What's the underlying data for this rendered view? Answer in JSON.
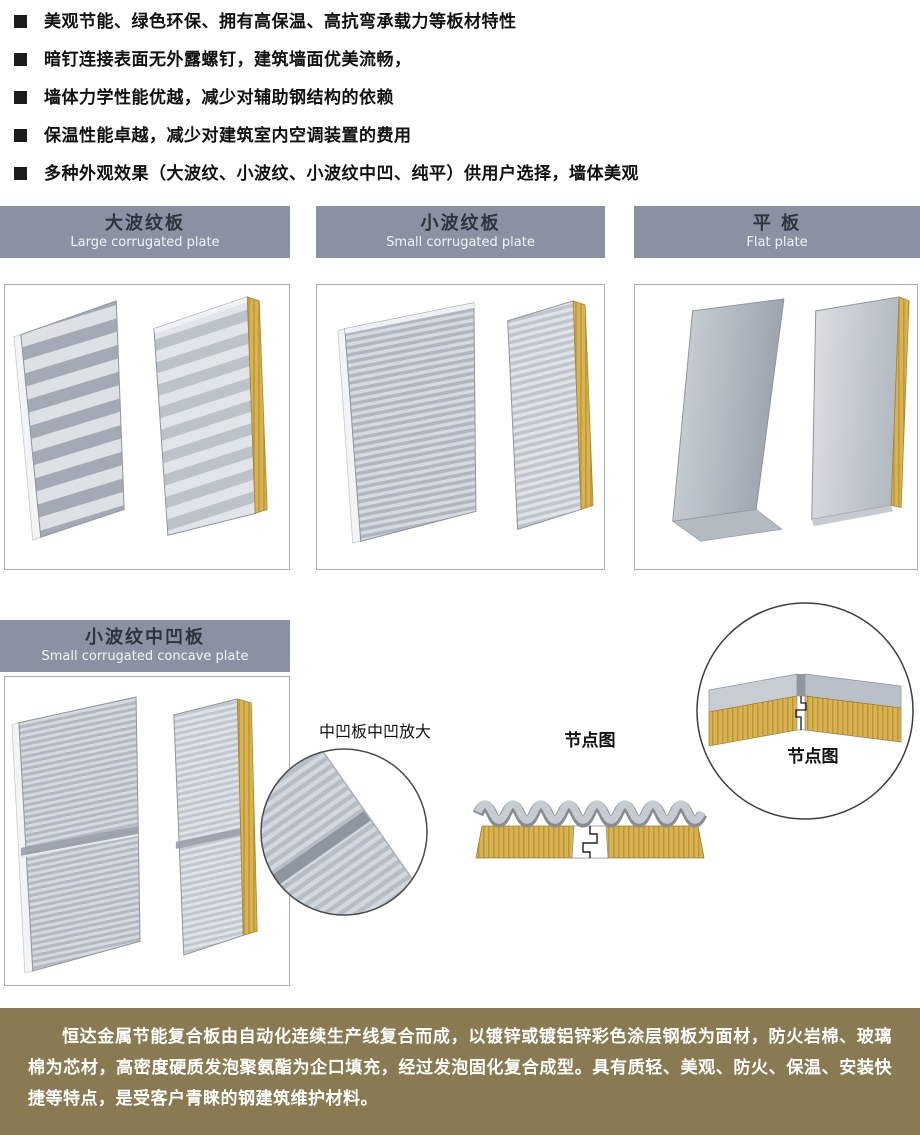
{
  "features": {
    "items": [
      "美观节能、绿色环保、拥有高保温、高抗弯承载力等板材特性",
      "暗钉连接表面无外露螺钉，建筑墙面优美流畅，",
      "墙体力学性能优越，减少对辅助钢结构的依赖",
      "保温性能卓越，减少对建筑室内空调装置的费用",
      "多种外观效果（大波纹、小波纹、小波纹中凹、纯平）供用户选择，墙体美观"
    ]
  },
  "panel_sections": {
    "large": {
      "title_cn": "大波纹板",
      "title_en": "Large corrugated plate"
    },
    "small": {
      "title_cn": "小波纹板",
      "title_en": "Small corrugated plate"
    },
    "flat": {
      "title_cn": "平 板",
      "title_en": "Flat plate"
    },
    "concave": {
      "title_cn": "小波纹中凹板",
      "title_en": "Small corrugated concave plate"
    }
  },
  "annotations": {
    "concave_zoom_label": "中凹板中凹放大",
    "node_label_center": "节点图",
    "node_label_right": "节点图"
  },
  "footer": {
    "description": "恒达金属节能复合板由自动化连续生产线复合而成，以镀锌或镀铝锌彩色涂层钢板为面材，防火岩棉、玻璃棉为芯材，高密度硬质发泡聚氨酯为企口填充，经过发泡固化复合成型。具有质轻、美观、防火、保温、安装快捷等特点，是受客户青睐的钢建筑维护材料。"
  },
  "colors": {
    "header_bar": "#8a91a3",
    "footer_bg": "#897a52",
    "core_yellow": "#d9b44e",
    "panel_gray": "#c5cad1"
  }
}
